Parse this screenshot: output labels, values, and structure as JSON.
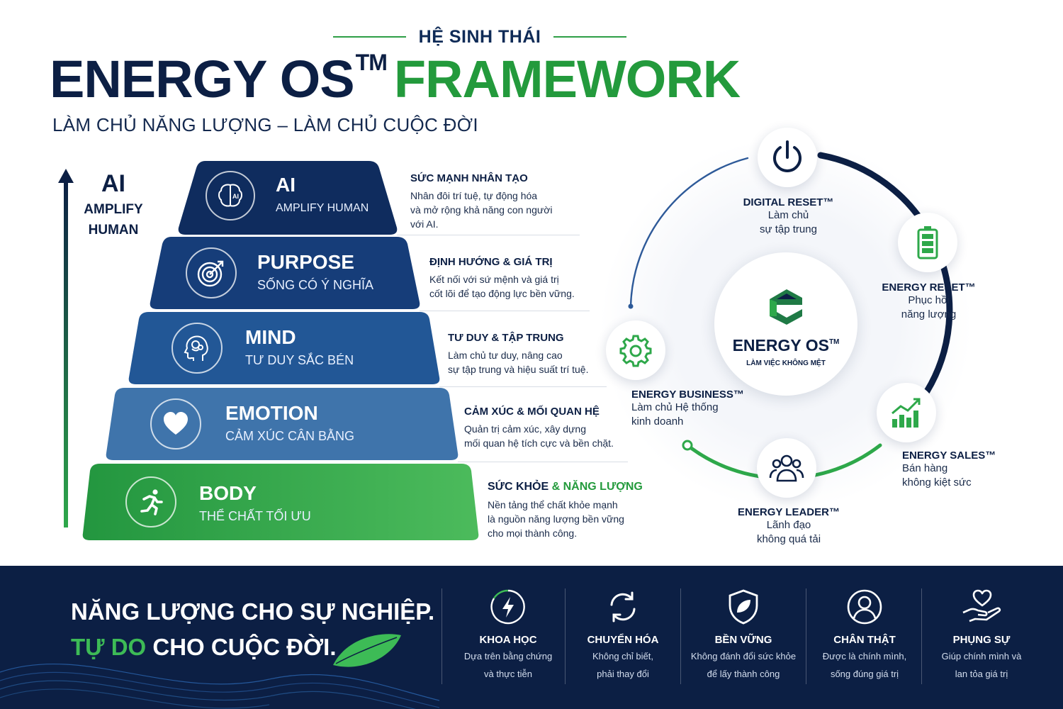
{
  "header": {
    "kicker": "HỆ SINH THÁI",
    "title_part1": "ENERGY OS",
    "title_tm": "TM",
    "title_part2": "FRAMEWORK",
    "subtitle": "LÀM CHỦ NĂNG LƯỢNG – LÀM CHỦ CUỘC ĐỜI"
  },
  "axis": {
    "big": "AI",
    "line1": "AMPLIFY",
    "line2": "HUMAN"
  },
  "pyramid": [
    {
      "name": "AI",
      "sub": "AMPLIFY HUMAN",
      "heading": "SỨC MẠNH NHÂN TẠO",
      "heading_accent": "",
      "lines": [
        "Nhân đôi trí tuệ, tự động hóa",
        "và mở rộng khả năng con người",
        "với AI."
      ],
      "icon": "ai-brain-icon"
    },
    {
      "name": "PURPOSE",
      "sub": "SỐNG CÓ Ý NGHĨA",
      "heading": "ĐỊNH HƯỚNG & GIÁ TRỊ",
      "heading_accent": "",
      "lines": [
        "Kết nối với sứ mệnh và giá trị",
        "cốt lõi để tạo động lực bền vững."
      ],
      "icon": "target-icon"
    },
    {
      "name": "MIND",
      "sub": "TƯ DUY SẮC BÉN",
      "heading": "TƯ DUY & TẬP TRUNG",
      "heading_accent": "",
      "lines": [
        "Làm chủ tư duy, nâng cao",
        "sự tập trung và hiệu suất trí tuệ."
      ],
      "icon": "head-brain-icon"
    },
    {
      "name": "EMOTION",
      "sub": "CẢM XÚC CÂN BẰNG",
      "heading": "CẢM XÚC & MỐI QUAN HỆ",
      "heading_accent": "",
      "lines": [
        "Quản trị cảm xúc, xây dựng",
        "mối quan hệ tích cực và bền chặt."
      ],
      "icon": "heart-icon"
    },
    {
      "name": "BODY",
      "sub": "THỂ CHẤT TỐI ƯU",
      "heading": "SỨC KHỎE",
      "heading_accent": "& NĂNG LƯỢNG",
      "lines": [
        "Nền tảng thể chất khỏe mạnh",
        "là nguồn năng lượng bền vững",
        "cho mọi thành công."
      ],
      "icon": "runner-icon"
    }
  ],
  "center": {
    "brand": "ENERGY OS",
    "tm": "TM",
    "tagline": "LÀM VIỆC KHÔNG MỆT"
  },
  "cycle": [
    {
      "title": "DIGITAL RESET™",
      "lines": [
        "Làm chủ",
        "sự tập trung"
      ],
      "icon": "power-icon"
    },
    {
      "title": "ENERGY RESET™",
      "lines": [
        "Phục hồi",
        "năng lượng"
      ],
      "icon": "battery-icon"
    },
    {
      "title": "ENERGY SALES™",
      "lines": [
        "Bán hàng",
        "không kiệt sức"
      ],
      "icon": "growth-chart-icon"
    },
    {
      "title": "ENERGY LEADER™",
      "lines": [
        "Lãnh đạo",
        "không quá tải"
      ],
      "icon": "team-icon"
    },
    {
      "title": "ENERGY BUSINESS™",
      "lines": [
        "Làm chủ Hệ thống",
        "kinh doanh"
      ],
      "icon": "gear-icon"
    }
  ],
  "footer": {
    "slogan_line1": "NĂNG LƯỢNG CHO SỰ NGHIỆP.",
    "slogan_green": "TỰ DO",
    "slogan_line2_rest": " CHO CUỘC ĐỜI.",
    "values": [
      {
        "title": "KHOA HỌC",
        "lines": [
          "Dựa trên bằng chứng",
          "và thực tiễn"
        ],
        "icon": "lightning-icon"
      },
      {
        "title": "CHUYỂN HÓA",
        "lines": [
          "Không chỉ biết,",
          "phải thay đổi"
        ],
        "icon": "refresh-icon"
      },
      {
        "title": "BỀN VỮNG",
        "lines": [
          "Không đánh đổi sức khỏe",
          "để lấy thành công"
        ],
        "icon": "shield-leaf-icon"
      },
      {
        "title": "CHÂN THẬT",
        "lines": [
          "Được là chính mình,",
          "sống đúng giá trị"
        ],
        "icon": "person-icon"
      },
      {
        "title": "PHỤNG SỰ",
        "lines": [
          "Giúp chính mình và",
          "lan tỏa giá trị"
        ],
        "icon": "heart-hand-icon"
      }
    ]
  },
  "colors": {
    "navy": "#0c1f44",
    "green": "#239a3c",
    "tier_ai": "#0f2c5e",
    "tier_purpose": "#163d79",
    "tier_mind": "#225796",
    "tier_emotion": "#3f74ab",
    "tier_body": "#2ea84a"
  }
}
